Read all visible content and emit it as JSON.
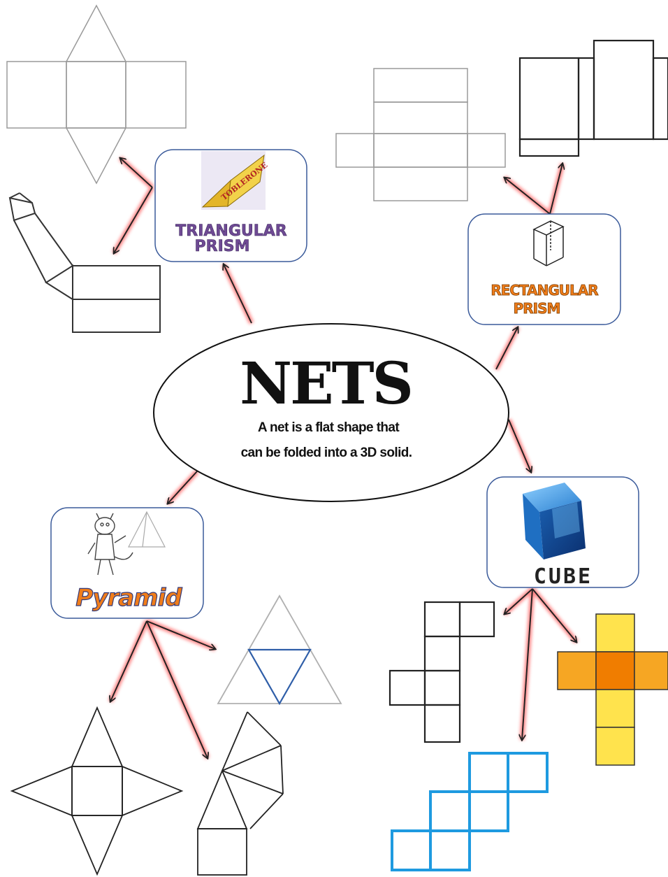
{
  "center": {
    "title": "NETS",
    "definition_line1": "A net is a flat shape that",
    "definition_line2": "can be folded into a 3D solid."
  },
  "nodes": {
    "triangular_prism": {
      "label_line1": "TRIANGULAR",
      "label_line2": "PRISM",
      "brand_text": "TOBLERONE",
      "label_color": "#6f4a94"
    },
    "rectangular_prism": {
      "label_line1": "RECTANGULAR",
      "label_line2": "PRISM",
      "label_color": "#f07d1a"
    },
    "pyramid": {
      "label": "Pyramid",
      "label_color": "#f07d1a"
    },
    "cube": {
      "label": "CUBE",
      "cube_color": "#1f6fc2"
    }
  },
  "colors": {
    "arrow_glow": "#ff7a7a",
    "node_border": "#3a5a9a",
    "cube_net_blue": "#1e9ae0",
    "cube_net_orange": "#f6a623",
    "cube_net_yellow": "#ffe34d",
    "pyramid_inner_triangle": "#2f5ea8"
  }
}
